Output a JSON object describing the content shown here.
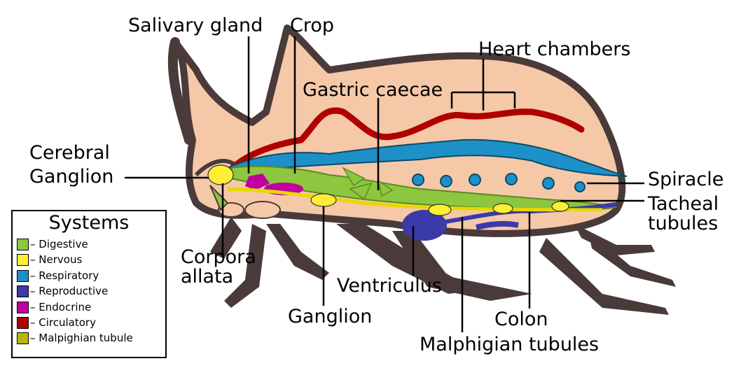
{
  "labels": {
    "salivary_gland": "Salivary gland",
    "crop": "Crop",
    "heart_chambers": "Heart chambers",
    "gastric_caecae": "Gastric caecae",
    "cerebral_ganglion": "Cerebral\nGanglion",
    "spiracle": "Spiracle",
    "tacheal_tubules": "Tacheal\ntubules",
    "corpora_allata": "Corpora\nallata",
    "ventriculus": "Ventriculus",
    "ganglion": "Ganglion",
    "colon": "Colon",
    "malphigian_tubules": "Malphigian tubules"
  },
  "legend": {
    "title": "Systems",
    "items": [
      {
        "label": "– Digestive",
        "color": "#8dc63f"
      },
      {
        "label": "– Nervous",
        "color": "#ffee33"
      },
      {
        "label": "– Respiratory",
        "color": "#1e90c8"
      },
      {
        "label": "– Reproductive",
        "color": "#3a3aa8"
      },
      {
        "label": "– Endocrine",
        "color": "#c000a0"
      },
      {
        "label": "– Circulatory",
        "color": "#b00000"
      },
      {
        "label": "– Malpighian tubule",
        "color": "#b8b800"
      }
    ]
  },
  "colors": {
    "body_fill": "#f5c8a8",
    "exoskeleton": "#4a3a3a",
    "digestive": "#8dc63f",
    "nervous": "#ffee33",
    "respiratory": "#1e90c8",
    "reproductive": "#3a3aa8",
    "endocrine": "#c000a0",
    "circulatory": "#b00000",
    "malpighian": "#b8b800"
  }
}
